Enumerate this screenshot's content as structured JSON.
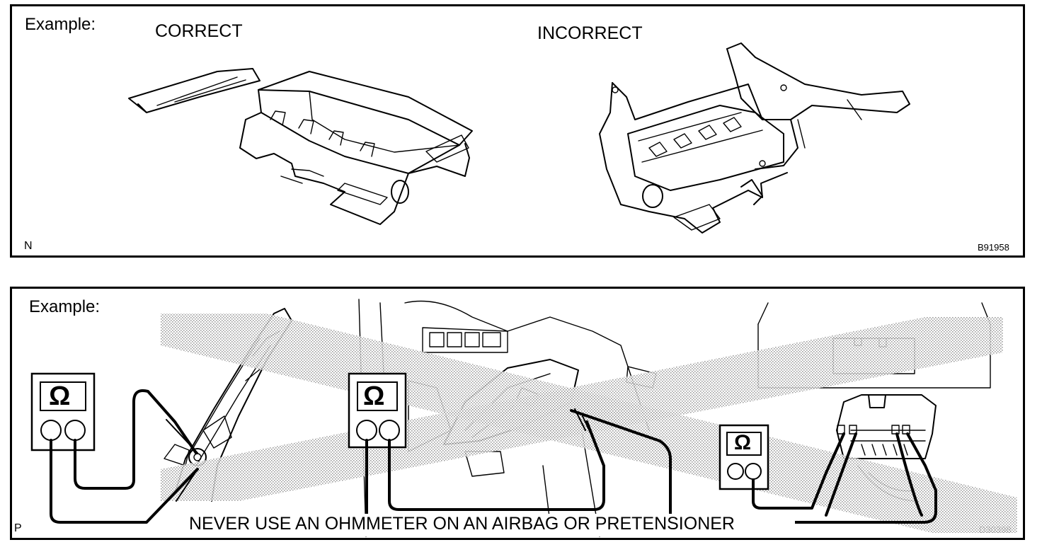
{
  "panel_top": {
    "example_label": "Example:",
    "correct_label": "CORRECT",
    "incorrect_label": "INCORRECT",
    "corner_letter": "N",
    "figure_code": "B91958"
  },
  "panel_bottom": {
    "example_label": "Example:",
    "ohm_symbol": "Ω",
    "warning_text": "NEVER USE AN OHMMETER ON AN AIRBAG OR PRETENSIONER",
    "corner_letter": "P",
    "figure_code": "D30398"
  },
  "icons": [
    "ohmmeter-icon",
    "airbag-module-drawing",
    "steering-wheel-pad-drawing",
    "connector-drawing",
    "prohibition-cross"
  ],
  "colors": {
    "ink": "#000000",
    "background": "#ffffff",
    "stipple": "#bdbdbd"
  }
}
